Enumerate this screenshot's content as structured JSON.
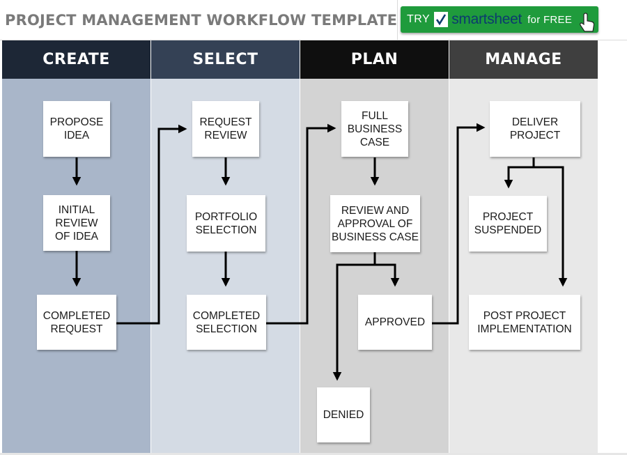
{
  "title": "PROJECT MANAGEMENT WORKFLOW TEMPLATE",
  "cta": {
    "try": "TRY",
    "brand": "smartsheet",
    "free": "for FREE"
  },
  "colors": {
    "create_header": "#1d2736",
    "create_body": "#a9b6c9",
    "select_header": "#344155",
    "select_body": "#d4dbe4",
    "plan_header": "#0f0f0f",
    "plan_body": "#d3d3d3",
    "manage_header": "#3f3f3f",
    "manage_body": "#e8e8e8"
  },
  "lanes": [
    {
      "id": "create",
      "label": "CREATE"
    },
    {
      "id": "select",
      "label": "SELECT"
    },
    {
      "id": "plan",
      "label": "PLAN"
    },
    {
      "id": "manage",
      "label": "MANAGE"
    }
  ],
  "nodes": {
    "propose_idea": "PROPOSE\nIDEA",
    "initial_review": "INITIAL\nREVIEW\nOF IDEA",
    "completed_request": "COMPLETED\nREQUEST",
    "request_review": "REQUEST\nREVIEW",
    "portfolio_selection": "PORTFOLIO\nSELECTION",
    "completed_selection": "COMPLETED\nSELECTION",
    "full_business_case": "FULL\nBUSINESS\nCASE",
    "review_approval": "REVIEW AND\nAPPROVAL OF\nBUSINESS CASE",
    "approved": "APPROVED",
    "denied": "DENIED",
    "deliver_project": "DELIVER\nPROJECT",
    "project_suspended": "PROJECT\nSUSPENDED",
    "post_project": "POST PROJECT\nIMPLEMENTATION"
  }
}
